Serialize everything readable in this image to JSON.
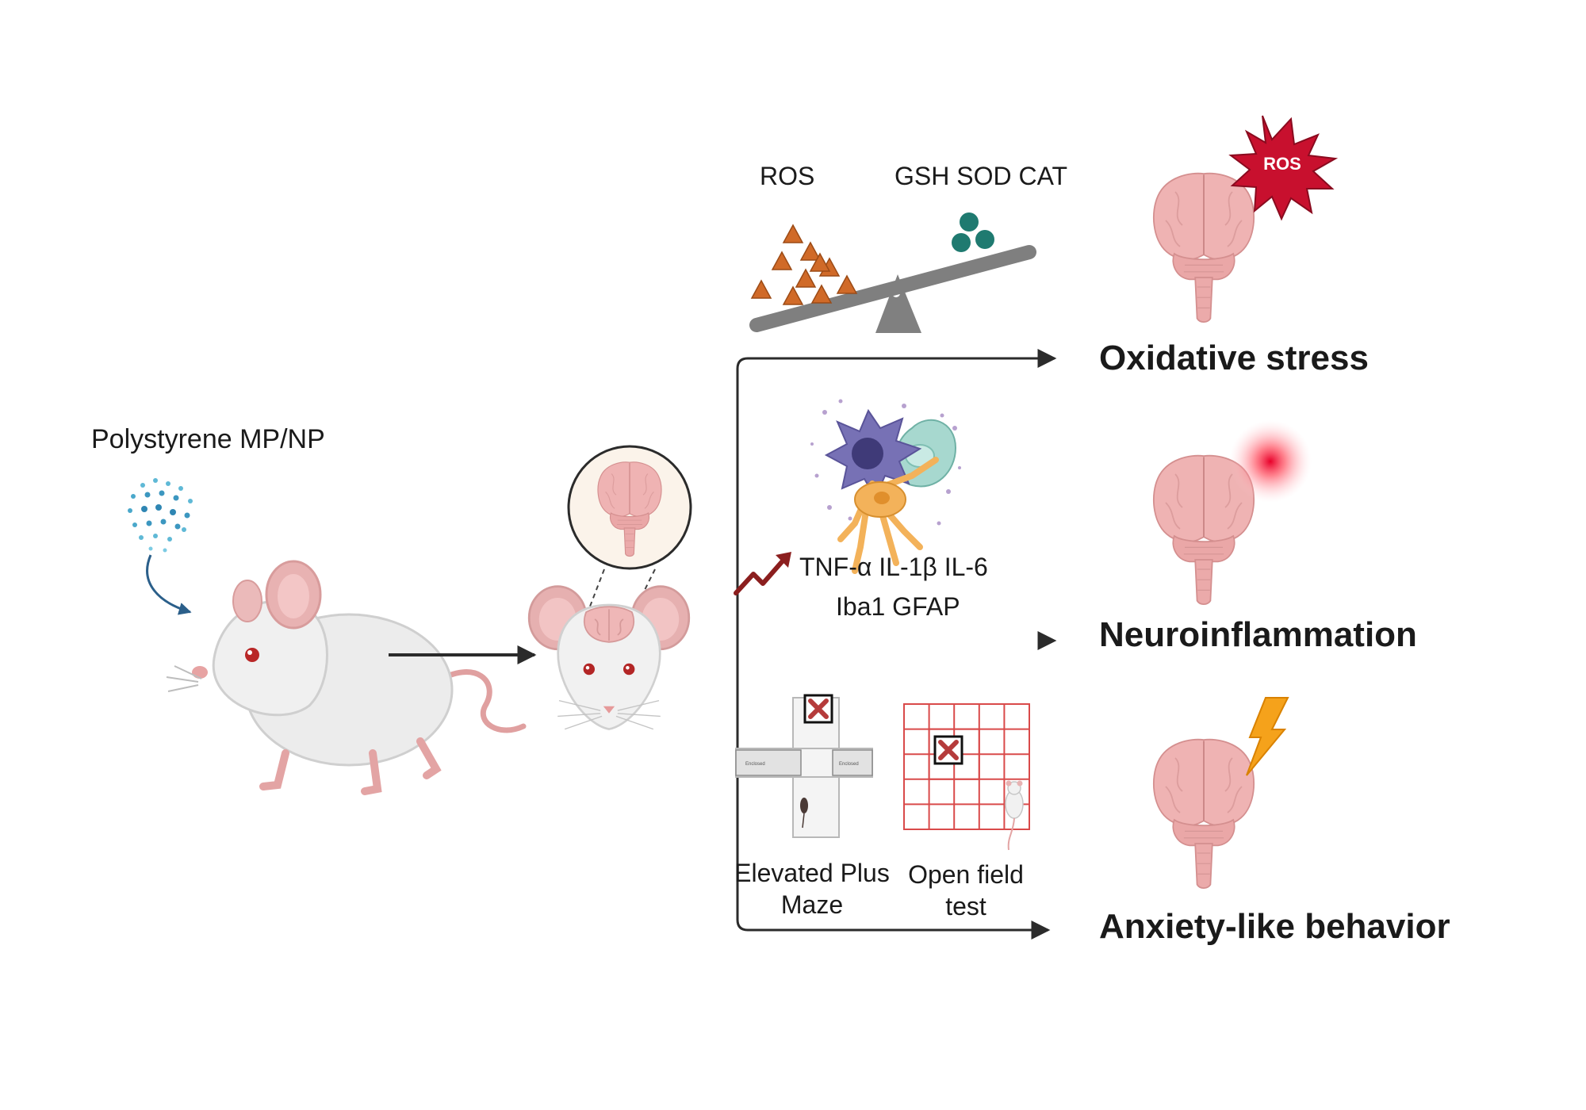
{
  "exposure": {
    "label": "Polystyrene MP/NP"
  },
  "oxidative": {
    "ros_label": "ROS",
    "antioxidant_label": "GSH  SOD  CAT",
    "burst_label": "ROS",
    "outcome": "Oxidative stress"
  },
  "inflammation": {
    "markers_line1": "TNF-α  IL-1β  IL-6",
    "markers_line2": "Iba1  GFAP",
    "outcome": "Neuroinflammation"
  },
  "anxiety": {
    "epm_line1": "Elevated Plus",
    "epm_line2": "Maze",
    "epm_arm_label": "Enclosed",
    "oft_line1": "Open field",
    "oft_line2": "test",
    "outcome": "Anxiety-like behavior"
  },
  "colors": {
    "ros_triangle": "#d06a28",
    "antioxidant_dot": "#1f7a70",
    "seesaw": "#7f7f7f",
    "arrow": "#2b2b2b",
    "burst": "#c8102e",
    "bolt": "#f5a21b",
    "grid": "#d94a4a",
    "brain": "#efb3b3",
    "uptrend_arrow": "#8b1e1e"
  }
}
